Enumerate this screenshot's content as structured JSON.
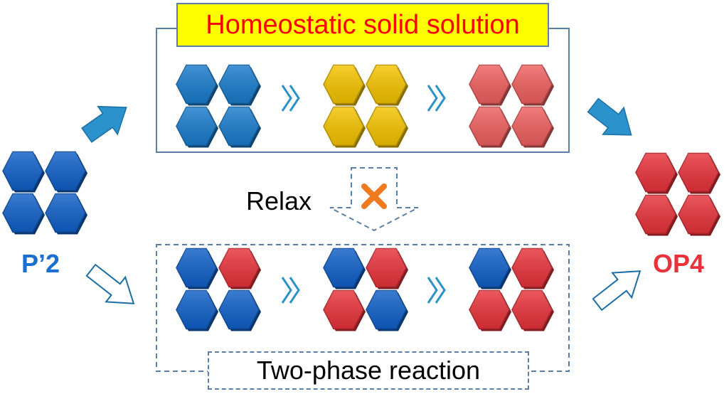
{
  "labels": {
    "top_title": "Homeostatic solid solution",
    "bottom_title": "Two-phase reaction",
    "relax": "Relax",
    "start_phase": "P’2",
    "end_phase": "OP4"
  },
  "colors": {
    "dark_blue": "#1060c8",
    "mid_blue": "#1a7ccc",
    "yellow": "#f5c400",
    "salmon": "#f06060",
    "red": "#e8333b",
    "frame": "#5b7fa6",
    "arrow_fill": "#2b92cc",
    "cross": "#f07a1e",
    "start_label": "#1a6fd0",
    "end_label": "#e8333b",
    "title_bg": "#ffff00",
    "title_text": "#ff0000"
  },
  "icons": {
    "chevron": "double-chevron-right-icon",
    "cross": "cross-icon",
    "arrow_solid": "solid-arrow-icon",
    "arrow_outline": "outline-arrow-icon"
  },
  "clusters": {
    "start": [
      "dark_blue",
      "dark_blue",
      "dark_blue",
      "dark_blue"
    ],
    "end": [
      "red",
      "red",
      "red",
      "red"
    ],
    "top_row": [
      [
        "mid_blue",
        "mid_blue",
        "mid_blue",
        "mid_blue"
      ],
      [
        "yellow",
        "yellow",
        "yellow",
        "yellow"
      ],
      [
        "salmon",
        "salmon",
        "salmon",
        "salmon"
      ]
    ],
    "bottom_row": [
      [
        "dark_blue",
        "red",
        "dark_blue",
        "dark_blue"
      ],
      [
        "dark_blue",
        "red",
        "red",
        "dark_blue"
      ],
      [
        "dark_blue",
        "red",
        "red",
        "red"
      ]
    ]
  }
}
